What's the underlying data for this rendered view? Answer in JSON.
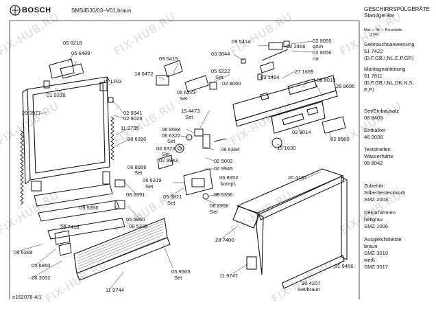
{
  "header": {
    "brand": "BOSCH",
    "model": "SMS4530/03–V01,braun",
    "title_line1": "GESCHIRRSPÜLGERÄTE",
    "title_line2": "Standgeräte"
  },
  "footer": {
    "doc_id": "e162078-4/1"
  },
  "watermark": {
    "text": "FIX-HUB.RU"
  },
  "sidebar": {
    "mat_label": "Mat. – Nr. – Konstante",
    "mat_value": "3740",
    "entries": [
      {
        "label": "Gebrauchsanweisung",
        "value": "51 7422",
        "extra": "(D,F,GB,I,NL,E,P,GR)"
      },
      {
        "label": "Montageanleitung",
        "value": "51 7811",
        "extra": "(D,F,GB,I,NL,DK,N,S,",
        "extra2": "E,P)"
      },
      {
        "label": "Set/Einbausatz",
        "value": "08 8403"
      },
      {
        "label": "Entkalker",
        "value": "46 0038"
      },
      {
        "label": "Teststreifen",
        "label2": "Wasserhärte",
        "value": "05 8042"
      },
      {
        "label": "Zubehör:",
        "label2": "Silberbesteckkorb",
        "value": "SMZ 2003"
      },
      {
        "label": "Dekorrahmen",
        "label2": "hellgrau",
        "value": "SMZ 1006"
      },
      {
        "label": "Ausgleichsleiste",
        "label2": "braun",
        "value": "SMZ 3019",
        "label3": "weiß",
        "value2": "SMZ 3017"
      }
    ]
  },
  "parts": [
    {
      "id": "p-095414",
      "text": "09 5414"
    },
    {
      "id": "p-022466",
      "text": "02 2466"
    },
    {
      "id": "p-029055",
      "text": "02 9055"
    },
    {
      "id": "p-gruen",
      "text": "grün"
    },
    {
      "id": "p-029056",
      "text": "02 9056"
    },
    {
      "id": "p-rot",
      "text": "rot"
    },
    {
      "id": "p-056218",
      "text": "05 6218"
    },
    {
      "id": "p-056489",
      "text": "05 6489"
    },
    {
      "id": "p-095415",
      "text": "09 5415"
    },
    {
      "id": "p-030844",
      "text": "03 0844"
    },
    {
      "id": "p-140472",
      "text": "14 0472"
    },
    {
      "id": "p-056222",
      "text": "05 6222"
    },
    {
      "id": "p-set1",
      "text": "Set"
    },
    {
      "id": "p-031464",
      "text": "03 1464"
    },
    {
      "id": "p-271699",
      "text": "27 1699"
    },
    {
      "id": "p-151703",
      "text": "15 1703"
    },
    {
      "id": "p-019316",
      "text": "01 9316"
    },
    {
      "id": "p-056223",
      "text": "05 6223"
    },
    {
      "id": "p-set2",
      "text": "Set"
    },
    {
      "id": "p-029060",
      "text": "02 9060"
    },
    {
      "id": "p-088013",
      "text": "08 8013"
    },
    {
      "id": "p-289686",
      "text": "28 9686"
    },
    {
      "id": "p-029941",
      "text": "02 9941"
    },
    {
      "id": "p-029029",
      "text": "02 9029"
    },
    {
      "id": "p-203977",
      "text": "20 3977"
    },
    {
      "id": "p-154473",
      "text": "15 4473"
    },
    {
      "id": "p-set3",
      "text": "Set"
    },
    {
      "id": "p-119795",
      "text": "11 9795"
    },
    {
      "id": "p-068584",
      "text": "06 8584"
    },
    {
      "id": "p-029014",
      "text": "02 9014"
    },
    {
      "id": "p-029560",
      "text": "02 9560"
    },
    {
      "id": "p-086390",
      "text": "08 6390"
    },
    {
      "id": "p-066322",
      "text": "06 6322"
    },
    {
      "id": "p-set4",
      "text": "Set"
    },
    {
      "id": "p-151630",
      "text": "15 1630"
    },
    {
      "id": "p-066323",
      "text": "06 6323"
    },
    {
      "id": "p-set5",
      "text": "Set"
    },
    {
      "id": "p-086394",
      "text": "08 6394"
    },
    {
      "id": "p-029002",
      "text": "02 9002"
    },
    {
      "id": "p-068956a",
      "text": "06 8956"
    },
    {
      "id": "p-set6",
      "text": "Set"
    },
    {
      "id": "p-029943",
      "text": "02 9943"
    },
    {
      "id": "p-029945",
      "text": "02 9945"
    },
    {
      "id": "p-066319",
      "text": "06 6319"
    },
    {
      "id": "p-set7",
      "text": "Set"
    },
    {
      "id": "p-068952",
      "text": "06 8952"
    },
    {
      "id": "p-kompl",
      "text": "kompl."
    },
    {
      "id": "p-204187",
      "text": "20 4187"
    },
    {
      "id": "p-056821",
      "text": "05 6821"
    },
    {
      "id": "p-set8",
      "text": "Set"
    },
    {
      "id": "p-086396",
      "text": "08 6396"
    },
    {
      "id": "p-086391",
      "text": "08 6391"
    },
    {
      "id": "p-068956b",
      "text": "06 8956"
    },
    {
      "id": "p-set9",
      "text": "Set"
    },
    {
      "id": "p-095356",
      "text": "09 5356"
    },
    {
      "id": "p-056860a",
      "text": "05 6860"
    },
    {
      "id": "p-095333",
      "text": "09 5333"
    },
    {
      "id": "p-287418",
      "text": "28 7418"
    },
    {
      "id": "p-287400",
      "text": "28 7400"
    },
    {
      "id": "p-086389",
      "text": "08 6389"
    },
    {
      "id": "p-056860b",
      "text": "05 6860"
    },
    {
      "id": "p-095505",
      "text": "05 9505"
    },
    {
      "id": "p-set10",
      "text": "Set"
    },
    {
      "id": "p-019456",
      "text": "01 9456"
    },
    {
      "id": "p-283052",
      "text": "28 3052"
    },
    {
      "id": "p-119747",
      "text": "11 9747"
    },
    {
      "id": "p-204207",
      "text": "20 4207"
    },
    {
      "id": "p-setbraun",
      "text": "Set/braun"
    },
    {
      "id": "p-119744",
      "text": "11 9744"
    }
  ]
}
